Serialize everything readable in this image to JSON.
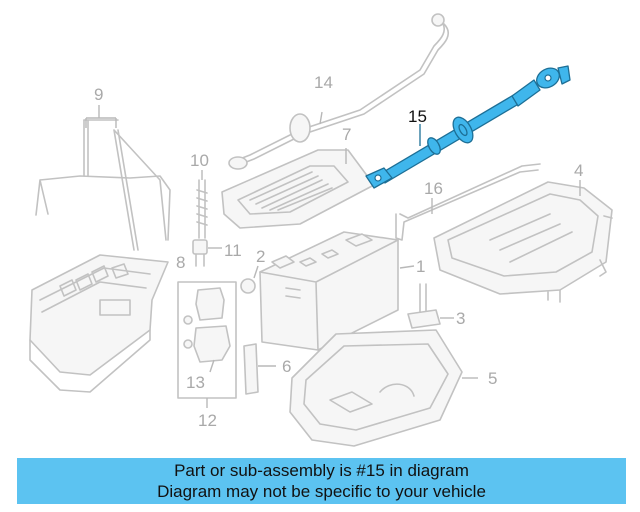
{
  "callouts": {
    "c1": "1",
    "c2": "2",
    "c3": "3",
    "c4": "4",
    "c5": "5",
    "c6": "6",
    "c7": "7",
    "c8": "8",
    "c9": "9",
    "c10": "10",
    "c11": "11",
    "c12": "12",
    "c13": "13",
    "c14": "14",
    "c15": "15",
    "c16": "16"
  },
  "highlighted_part": "15",
  "colors": {
    "highlight": "#3fb6ec",
    "banner": "#5cc3f1",
    "outline": "#c2c2c2"
  },
  "banner": {
    "line1": "Part or sub-assembly is #15 in diagram",
    "line2": "Diagram may not be specific to your vehicle"
  }
}
